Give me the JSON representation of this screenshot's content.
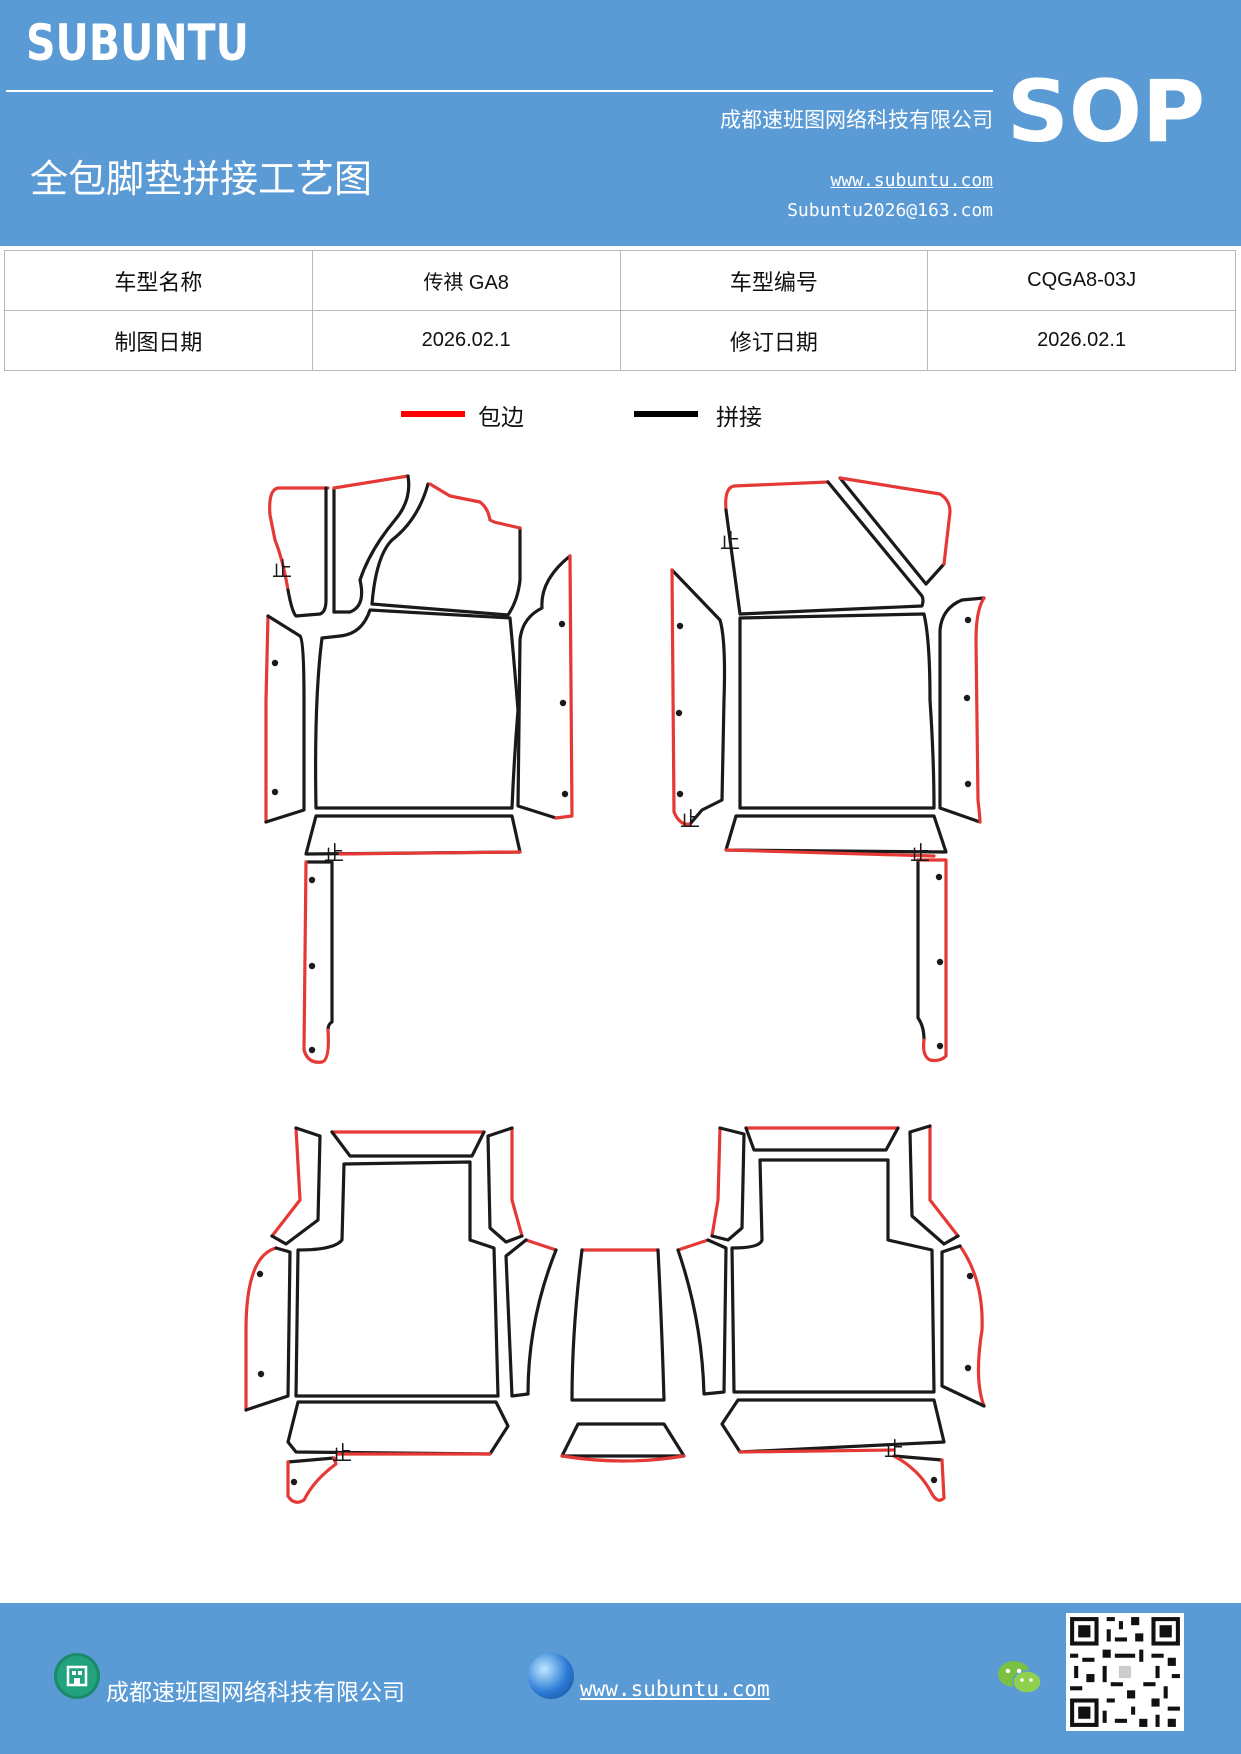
{
  "header": {
    "brand": "SUBUNTU",
    "company": "成都速班图网络科技有限公司",
    "title": "全包脚垫拼接工艺图",
    "website": "www.subuntu.com",
    "email": "Subuntu2026@163.com",
    "badge": "SOP"
  },
  "info_table": {
    "row1": {
      "label1": "车型名称",
      "value1": "传祺 GA8",
      "label2": "车型编号",
      "value2": "CQGA8-03J"
    },
    "row2": {
      "label1": "制图日期",
      "value1": "2026.02.1",
      "label2": "修订日期",
      "value2": "2026.02.1"
    }
  },
  "legend": {
    "items": [
      {
        "label": "包边",
        "color": "#ff0000"
      },
      {
        "label": "拼接",
        "color": "#000000"
      }
    ]
  },
  "diagram": {
    "marker": "止"
  },
  "footer": {
    "company": "成都速班图网络科技有限公司",
    "website": "www.subuntu.com"
  },
  "colors": {
    "brand_blue": "#5b9bd5",
    "edge_red": "#e53935",
    "seam_black": "#1a1a1a"
  }
}
